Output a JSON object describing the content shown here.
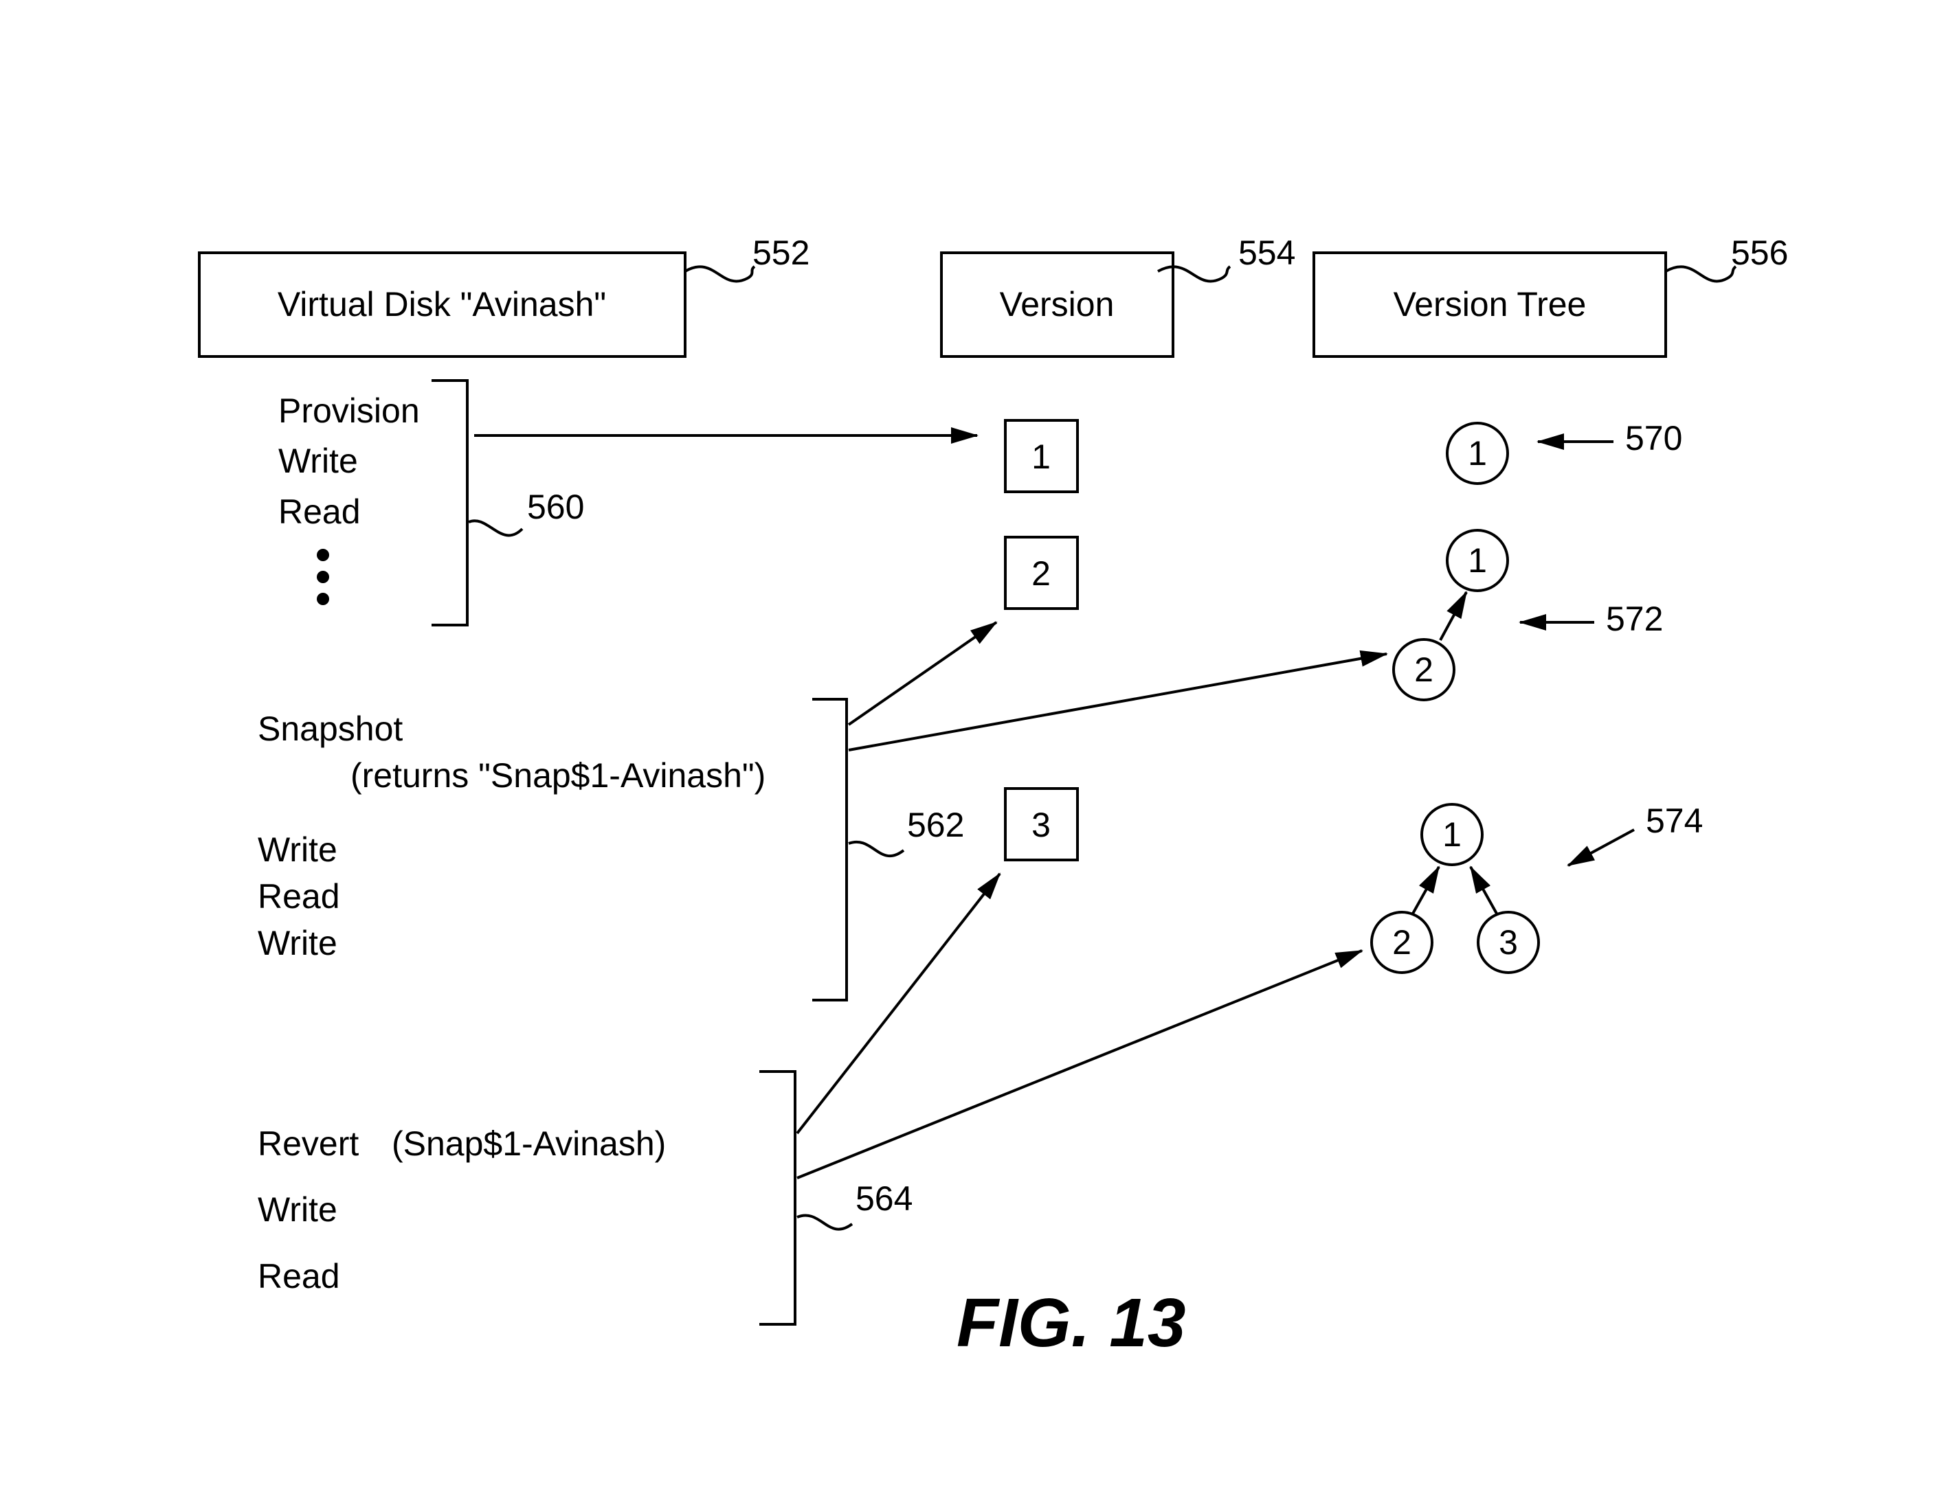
{
  "headers": {
    "virtual_disk": "Virtual Disk \"Avinash\"",
    "version": "Version",
    "version_tree": "Version Tree"
  },
  "refs": {
    "r552": "552",
    "r554": "554",
    "r556": "556",
    "r560": "560",
    "r562": "562",
    "r564": "564",
    "r570": "570",
    "r572": "572",
    "r574": "574"
  },
  "group1": {
    "provision": "Provision",
    "write": "Write",
    "read": "Read"
  },
  "group2": {
    "snapshot": "Snapshot",
    "returns": "(returns \"Snap$1-Avinash\")",
    "write1": "Write",
    "read": "Read",
    "write2": "Write"
  },
  "group3": {
    "revert": "Revert",
    "revert_arg": "(Snap$1-Avinash)",
    "write": "Write",
    "read": "Read"
  },
  "versions": [
    "1",
    "2",
    "3"
  ],
  "tree_570": {
    "n1": "1"
  },
  "tree_572": {
    "n1": "1",
    "n2": "2"
  },
  "tree_574": {
    "n1": "1",
    "n2": "2",
    "n3": "3"
  },
  "figure_label": "FIG. 13"
}
